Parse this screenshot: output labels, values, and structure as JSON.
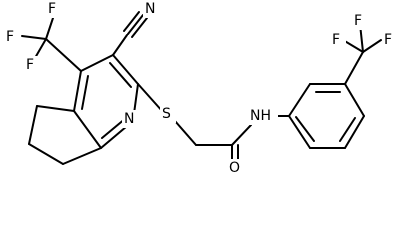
{
  "atoms": {
    "cf3_left_f_top_left": "F",
    "cf3_left_f_top": "F",
    "cf3_left_f_bottom": "F",
    "nitrile_n": "N",
    "sulfur": "S",
    "ring_n": "N",
    "amide_nh": "NH",
    "amide_o": "O",
    "cf3_right_f_left": "F",
    "cf3_right_f_top": "F",
    "cf3_right_f_right": "F"
  }
}
